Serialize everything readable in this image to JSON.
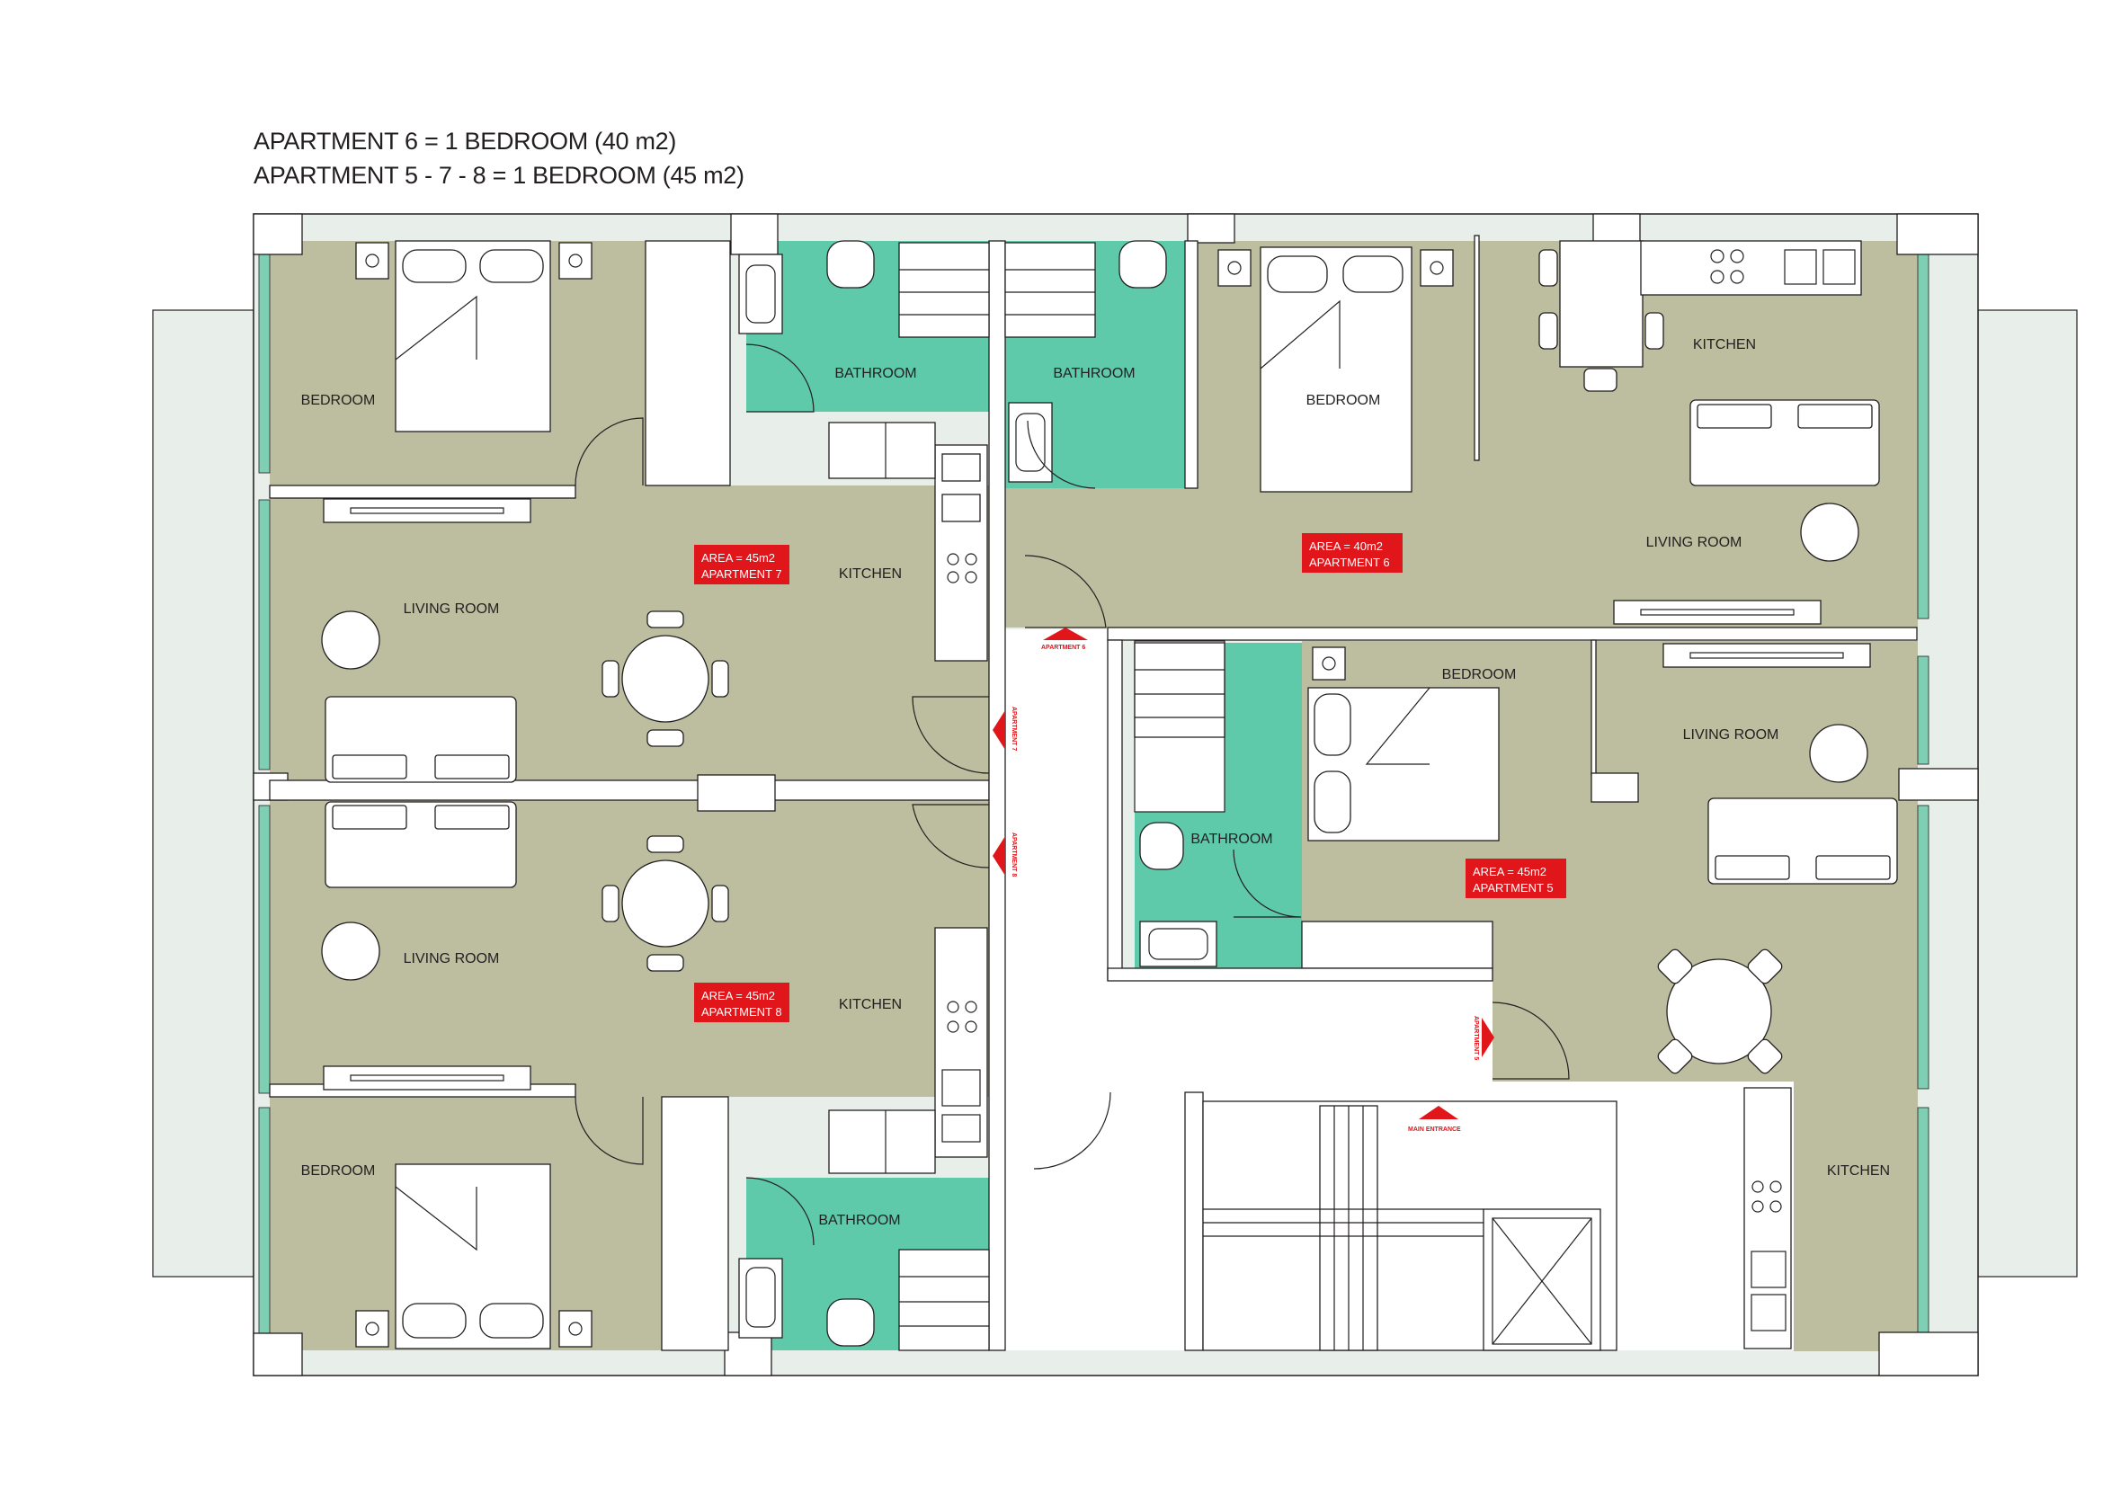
{
  "header": {
    "line1": "APARTMENT 6  = 1 BEDROOM  (40 m2)",
    "line2": "APARTMENT 5 - 7 - 8  = 1 BEDROOM  (45 m2)"
  },
  "rooms": {
    "apt7_bedroom": "BEDROOM",
    "apt7_bathroom": "BATHROOM",
    "apt7_kitchen": "KITCHEN",
    "apt7_living": "LIVING ROOM",
    "apt6_bathroom": "BATHROOM",
    "apt6_bedroom": "BEDROOM",
    "apt6_kitchen": "KITCHEN",
    "apt6_living": "LIVING ROOM",
    "apt8_living": "LIVING ROOM",
    "apt8_kitchen": "KITCHEN",
    "apt8_bedroom": "BEDROOM",
    "apt8_bathroom": "BATHROOM",
    "apt5_bedroom": "BEDROOM",
    "apt5_living": "LIVING ROOM",
    "apt5_bathroom": "BATHROOM",
    "apt5_kitchen": "KITCHEN"
  },
  "tags": {
    "apt7": {
      "area": "AREA = 45m2",
      "name": "APARTMENT 7"
    },
    "apt6": {
      "area": "AREA = 40m2",
      "name": "APARTMENT 6"
    },
    "apt5": {
      "area": "AREA = 45m2",
      "name": "APARTMENT 5"
    },
    "apt8": {
      "area": "AREA = 45m2",
      "name": "APARTMENT 8"
    }
  },
  "entrances": {
    "apt6": "APARTMENT 6",
    "apt7": "APARTMENT 7",
    "apt8": "APARTMENT 8",
    "apt5": "APARTMENT 5",
    "main": "MAIN ENTRANCE"
  },
  "colors": {
    "floor": "#bdbd9f",
    "bathroom": "#5ecaaa",
    "tag": "#e0161b",
    "line": "#231f20",
    "window": "#7fcfb5",
    "terrace": "#e8eeea"
  }
}
